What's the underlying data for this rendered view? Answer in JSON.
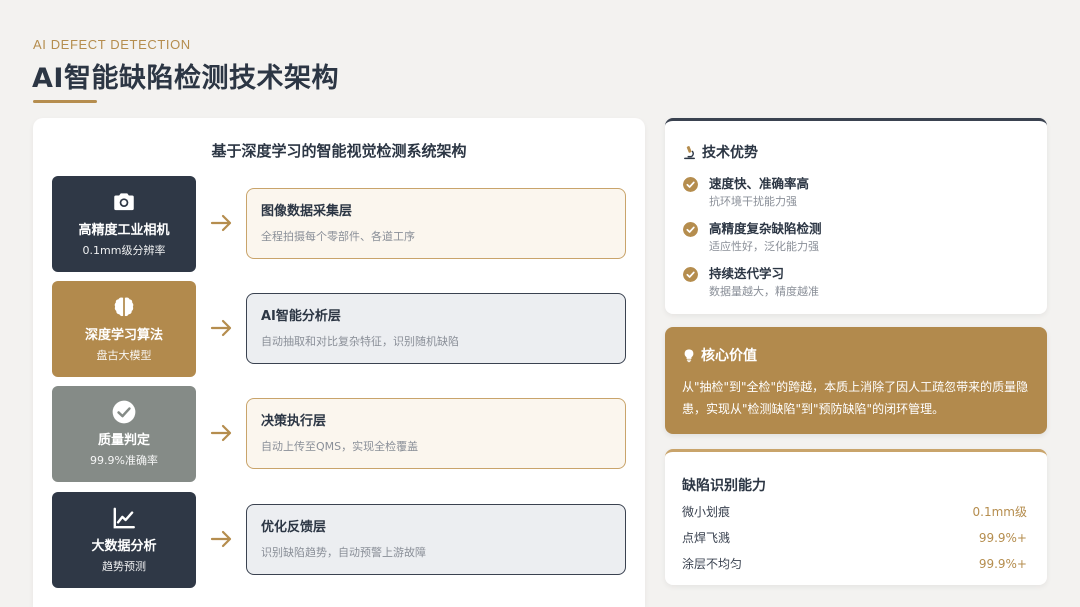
{
  "header": {
    "eyebrow": "AI DEFECT DETECTION",
    "title": "AI智能缺陷检测技术架构"
  },
  "architecture": {
    "title": "基于深度学习的智能视觉检测系统架构",
    "rows": [
      {
        "module": {
          "icon": "camera-icon",
          "title": "高精度工业相机",
          "subtitle": "0.1mm级分辨率",
          "color": "#2f3846"
        },
        "layer": {
          "title": "图像数据采集层",
          "desc": "全程拍摄每个零部件、各道工序",
          "style": "gold"
        }
      },
      {
        "module": {
          "icon": "brain-icon",
          "title": "深度学习算法",
          "subtitle": "盘古大模型",
          "color": "#b28a4d"
        },
        "layer": {
          "title": "AI智能分析层",
          "desc": "自动抽取和对比复杂特征，识别随机缺陷",
          "style": "navy"
        }
      },
      {
        "module": {
          "icon": "check-circle-icon",
          "title": "质量判定",
          "subtitle": "99.9%准确率",
          "color": "#858b87"
        },
        "layer": {
          "title": "决策执行层",
          "desc": "自动上传至QMS，实现全检覆盖",
          "style": "gold"
        }
      },
      {
        "module": {
          "icon": "line-chart-icon",
          "title": "大数据分析",
          "subtitle": "趋势预测",
          "color": "#2f3846"
        },
        "layer": {
          "title": "优化反馈层",
          "desc": "识别缺陷趋势，自动预警上游故障",
          "style": "navy"
        }
      }
    ]
  },
  "advantages": {
    "title": "技术优势",
    "icon": "microscope-icon",
    "items": [
      {
        "title": "速度快、准确率高",
        "desc": "抗环境干扰能力强"
      },
      {
        "title": "高精度复杂缺陷检测",
        "desc": "适应性好，泛化能力强"
      },
      {
        "title": "持续迭代学习",
        "desc": "数据量越大，精度越准"
      }
    ]
  },
  "core_value": {
    "title": "核心价值",
    "icon": "lightbulb-icon",
    "body": "从\"抽检\"到\"全检\"的跨越，本质上消除了因人工疏忽带来的质量隐患，实现从\"检测缺陷\"到\"预防缺陷\"的闭环管理。"
  },
  "capabilities": {
    "title": "缺陷识别能力",
    "items": [
      {
        "label": "微小划痕",
        "value": "0.1mm级"
      },
      {
        "label": "点焊飞溅",
        "value": "99.9%+"
      },
      {
        "label": "涂层不均匀",
        "value": "99.9%+"
      }
    ]
  },
  "colors": {
    "accent_gold": "#b58d4e",
    "navy": "#2f3846",
    "grey": "#858b87"
  }
}
